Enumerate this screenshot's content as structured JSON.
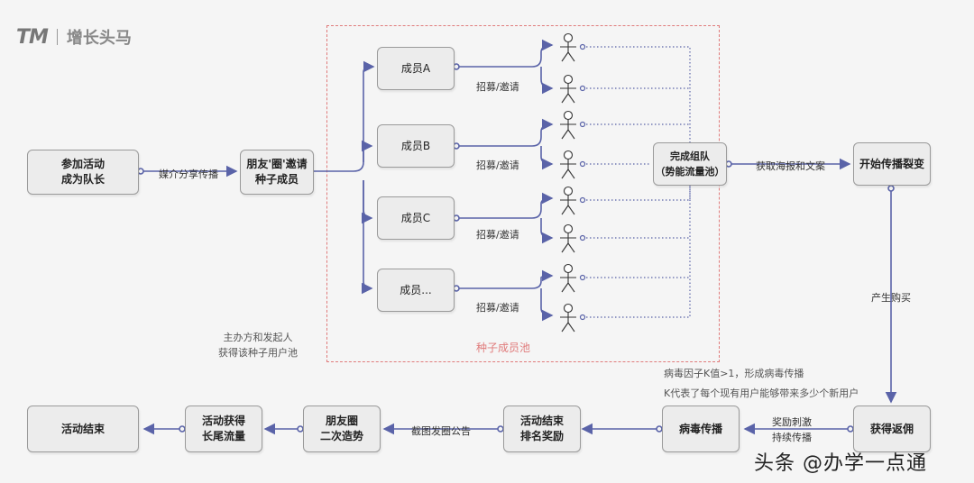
{
  "logo": {
    "mark": "TM",
    "name": "增长头马"
  },
  "nodes": {
    "join": "参加活动\n成为队长",
    "invite": "朋友'圈'邀请\n种子成员",
    "member_a": "成员A",
    "member_b": "成员B",
    "member_c": "成员C",
    "member_d": "成员...",
    "team": "完成组队\n（势能流量池）",
    "spread": "开始传播裂变",
    "reward": "获得返佣",
    "viral": "病毒传播",
    "ranking": "活动结束\n排名奖励",
    "moments": "朋友圈\n二次造势",
    "longtail": "活动获得\n长尾流量",
    "end": "活动结束"
  },
  "labels": {
    "media_share": "媒介分享传播",
    "recruit_a": "招募/邀请",
    "recruit_b": "招募/邀请",
    "recruit_c": "招募/邀请",
    "recruit_d": "招募/邀请",
    "get_poster": "获取海报和文案",
    "purchase": "产生购买",
    "incentive": "奖励刺激\n持续传播",
    "screenshot_post": "截图发圈公告"
  },
  "notes": {
    "host": "主办方和发起人\n获得该种子用户池",
    "seed_pool": "种子成员池",
    "k_factor": "病毒因子K值>1，形成病毒传播",
    "k_meaning": "K代表了每个现有用户能够带来多少个新用户"
  },
  "watermark": "头条 @办学一点通",
  "colors": {
    "arrow": "#5a63a8",
    "dotted": "#5a63a8",
    "seed_frame": "#e07b7b",
    "box_fill": "#ececec"
  }
}
